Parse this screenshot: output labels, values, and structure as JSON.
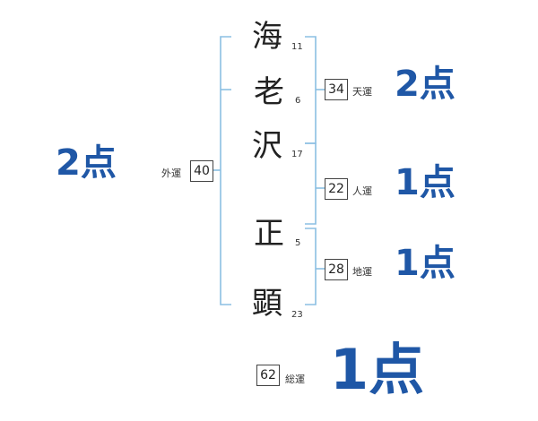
{
  "name": {
    "chars": [
      {
        "char": "海",
        "strokes": "11"
      },
      {
        "char": "老",
        "strokes": "6"
      },
      {
        "char": "沢",
        "strokes": "17"
      },
      {
        "char": "正",
        "strokes": "5"
      },
      {
        "char": "顕",
        "strokes": "23"
      }
    ]
  },
  "fortunes": {
    "gaikaku": {
      "label": "外運",
      "value": "40",
      "score": "2点"
    },
    "tenkaku": {
      "label": "天運",
      "value": "34",
      "score": "2点"
    },
    "jinkaku": {
      "label": "人運",
      "value": "22",
      "score": "1点"
    },
    "chikaku": {
      "label": "地運",
      "value": "28",
      "score": "1点"
    },
    "soukaku": {
      "label": "総運",
      "value": "62",
      "score": "1点"
    }
  },
  "colors": {
    "bracket": "#8bbfe3",
    "score": "#1f57a6"
  }
}
